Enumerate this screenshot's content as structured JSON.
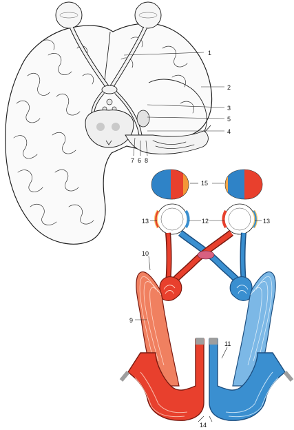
{
  "labels": {
    "l1": "1",
    "l2": "2",
    "l3": "3",
    "l4": "4",
    "l5": "5",
    "l6": "6",
    "l7": "7",
    "l8": "8",
    "l9": "9",
    "l10": "10",
    "l11": "11",
    "l12": "12",
    "l13a": "13",
    "l13b": "13",
    "l14": "14",
    "l15": "15"
  },
  "colors": {
    "left_pathway": "#e8402d",
    "left_pathway_light": "#f08060",
    "right_pathway": "#3a8fd0",
    "right_pathway_light": "#7cb8e6",
    "retina_warm": "#f6c86a",
    "cortex_rim": "#9e9e9e"
  }
}
